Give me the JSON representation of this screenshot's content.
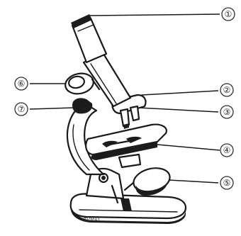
{
  "labels": [
    {
      "id": "1",
      "text": "①"
    },
    {
      "id": "2",
      "text": "②"
    },
    {
      "id": "3",
      "text": "③"
    },
    {
      "id": "4",
      "text": "④"
    },
    {
      "id": "5",
      "text": "⑤"
    },
    {
      "id": "6",
      "text": "⑥"
    },
    {
      "id": "7",
      "text": "⑦"
    }
  ]
}
